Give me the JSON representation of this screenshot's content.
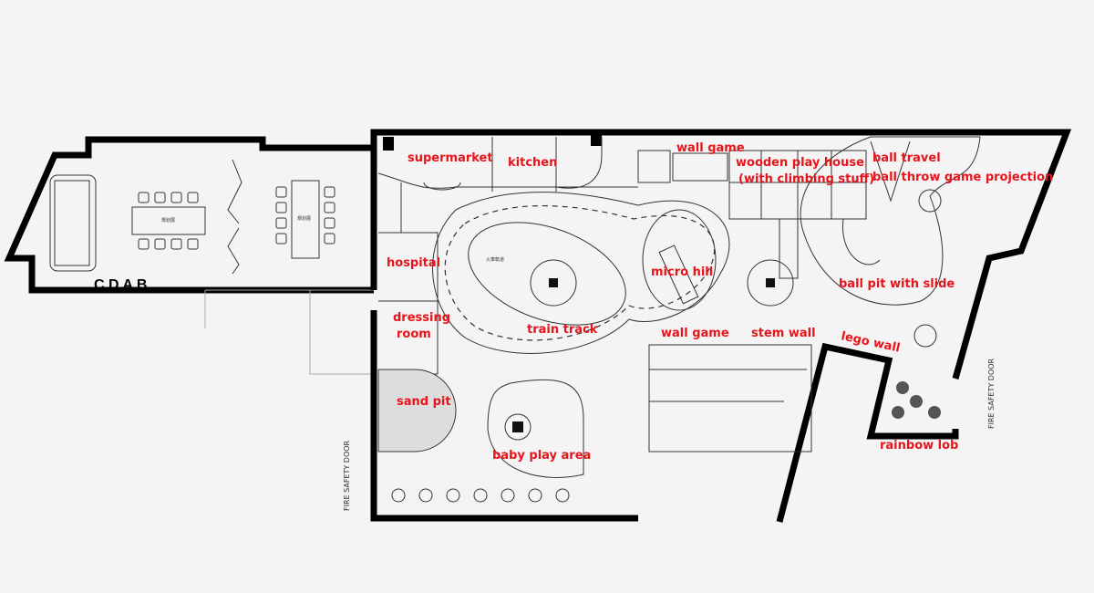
{
  "annex": {
    "letters": "C D A B",
    "table_label": "規划展"
  },
  "labels": {
    "supermarket": "supermarket",
    "kitchen": "kitchen",
    "wall_game_top": "wall game",
    "wooden_play_house_1": "wooden play house",
    "wooden_play_house_2": "(with climbing stuff)",
    "ball_travel": "ball travel",
    "ball_throw": "ball throw game projection",
    "hospital": "hospital",
    "micro_hill": "micro hill",
    "ball_pit": "ball pit with slide",
    "dressing_1": "dressing",
    "dressing_2": "room",
    "train_track": "train track",
    "wall_game_bottom": "wall game",
    "stem_wall": "stem wall",
    "lego_wall": "lego wall",
    "sand_pit": "sand pit",
    "baby_play_area": "baby play area",
    "rainbow_lob": "rainbow lob"
  },
  "doors": {
    "left": "FIRE SAFETY DOOR",
    "right": "FIRE SAFETY DOOR"
  },
  "track_sign": "火車軌道",
  "colors": {
    "label": "#e8141c",
    "wall": "#000000",
    "background": "#f4f4f4"
  }
}
